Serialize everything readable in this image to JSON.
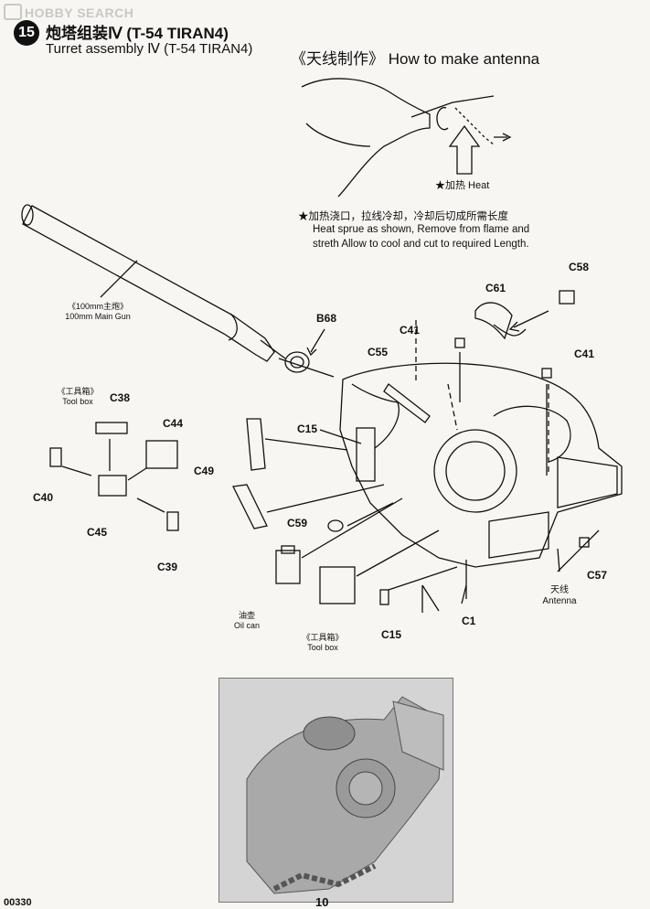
{
  "watermark": "HOBBY SEARCH",
  "step": {
    "number": "15",
    "title_cn": "炮塔组装Ⅳ (T-54 TIRAN4)",
    "title_en": "Turret assembly Ⅳ (T-54 TIRAN4)"
  },
  "antenna_howto": {
    "title": "《天线制作》 How to make antenna",
    "heat_label": "★加热 Heat",
    "instruction_cn": "★加热浇口，拉线冷却，冷却后切成所需长度",
    "instruction_en_1": "Heat sprue as shown, Remove from flame and",
    "instruction_en_2": "streth Allow to cool and cut to required Length."
  },
  "labels": {
    "main_gun_cn": "《100mm主炮》",
    "main_gun_en": "100mm Main Gun",
    "toolbox_top_cn": "《工具箱》",
    "toolbox_top_en": "Tool box",
    "toolbox_bottom_cn": "《工具箱》",
    "toolbox_bottom_en": "Tool box",
    "oil_can_cn": "油壶",
    "oil_can_en": "Oil can",
    "antenna_cn": "天线",
    "antenna_en": "Antenna"
  },
  "parts": {
    "b68": "B68",
    "c58": "C58",
    "c61": "C61",
    "c41_a": "C41",
    "c41_b": "C41",
    "c55": "C55",
    "c15_a": "C15",
    "c15_b": "C15",
    "c38": "C38",
    "c44": "C44",
    "c49": "C49",
    "c40": "C40",
    "c45": "C45",
    "c39": "C39",
    "c59": "C59",
    "c57": "C57",
    "c1": "C1"
  },
  "footer": {
    "code": "00330",
    "page": "10"
  }
}
